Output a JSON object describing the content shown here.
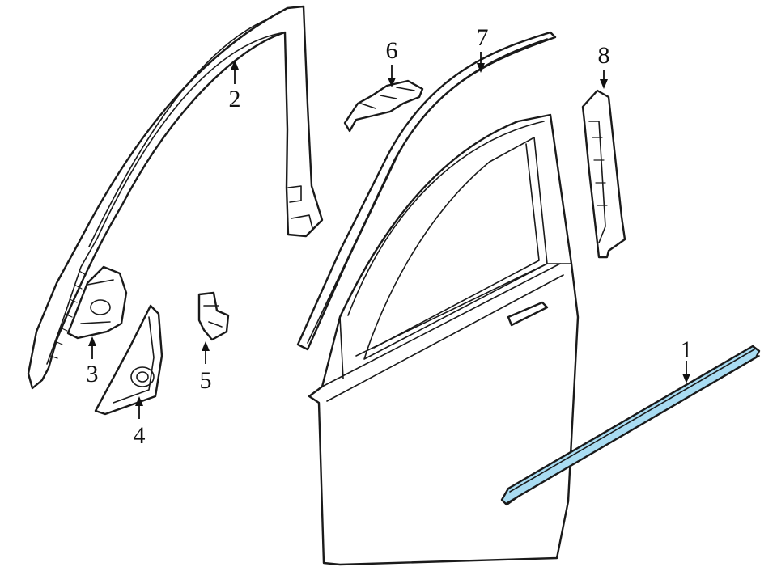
{
  "callouts": {
    "c1": "1",
    "c2": "2",
    "c3": "3",
    "c4": "4",
    "c5": "5",
    "c6": "6",
    "c7": "7",
    "c8": "8"
  },
  "colors": {
    "highlight": "#a9dcf2",
    "outline": "#1a1a1a",
    "background": "#ffffff"
  }
}
